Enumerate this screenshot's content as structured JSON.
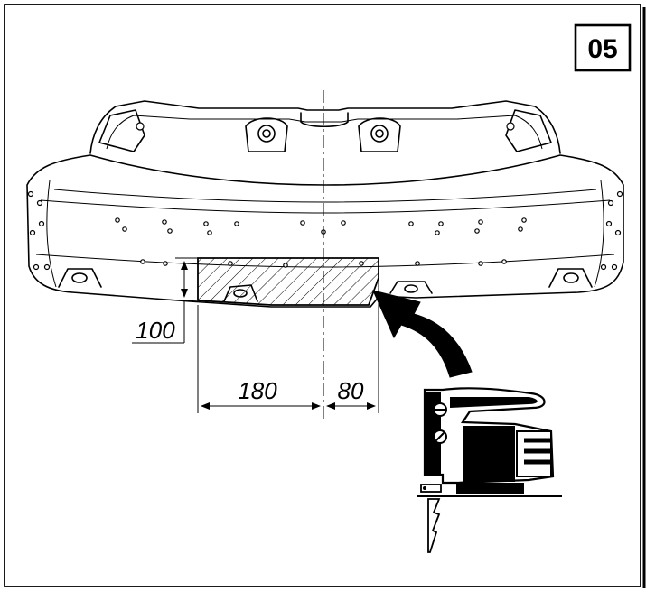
{
  "step": {
    "number": "05"
  },
  "dimensions": {
    "height": "100",
    "left_width": "180",
    "right_width": "80"
  },
  "icons": [
    "bumper-icon",
    "jigsaw-icon",
    "curved-arrow-icon"
  ]
}
